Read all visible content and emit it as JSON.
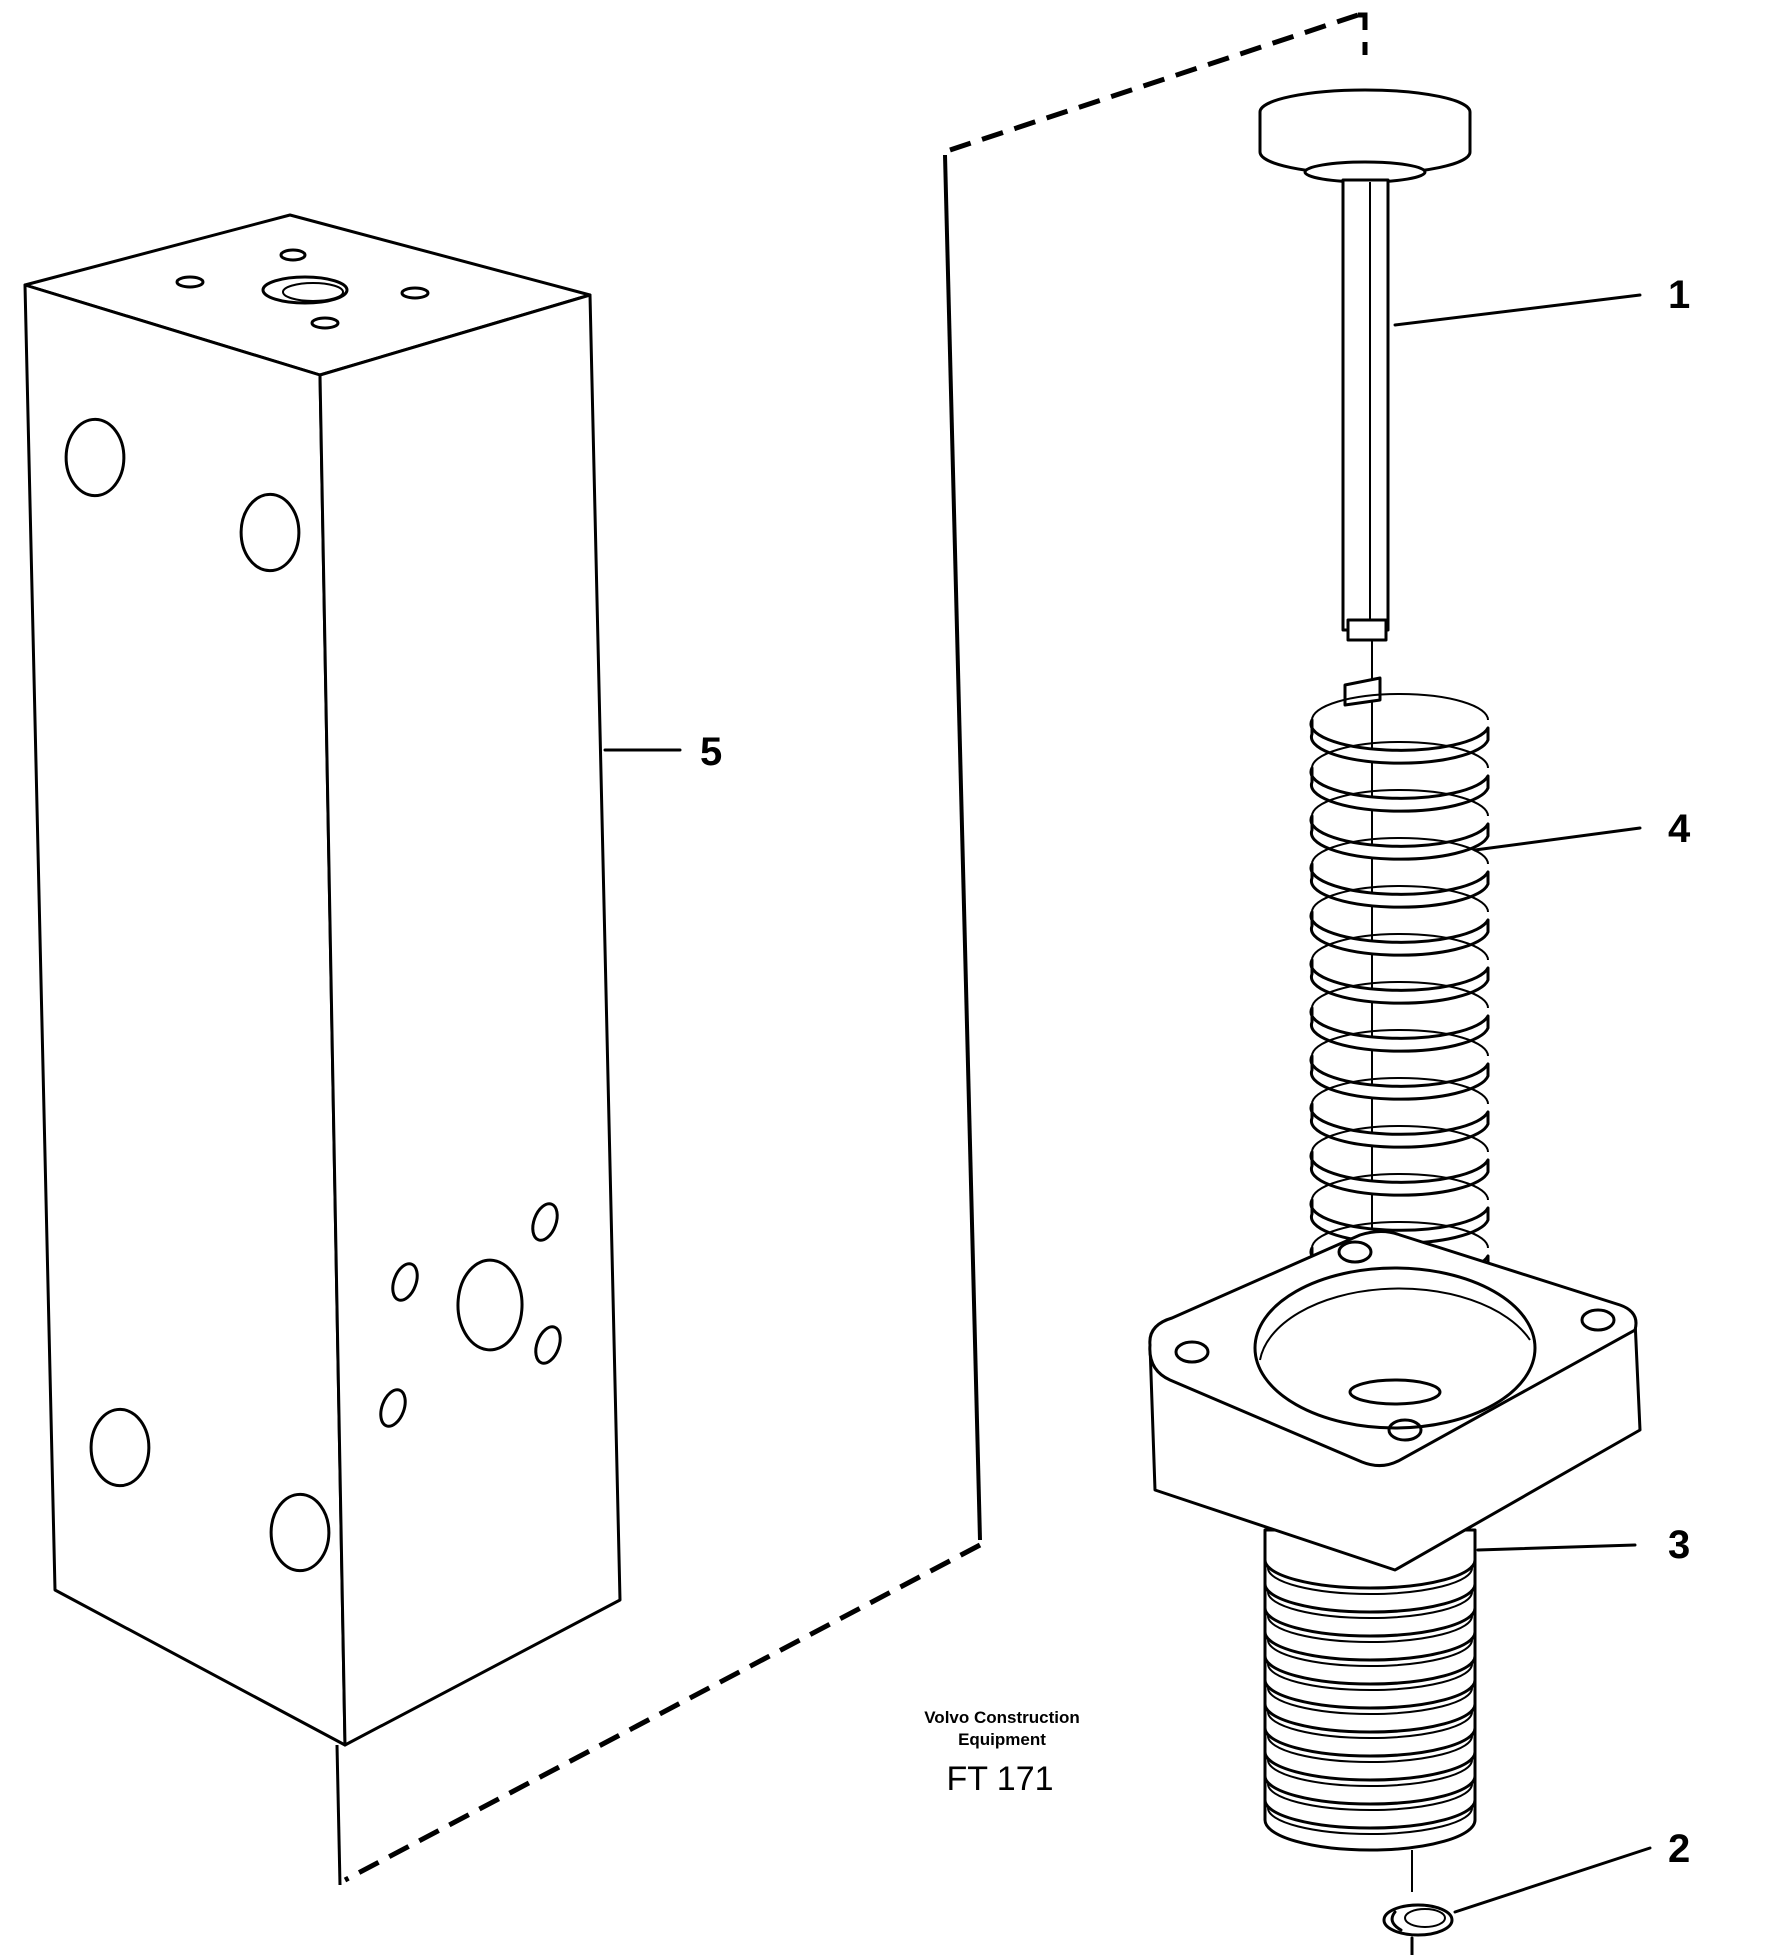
{
  "callouts": {
    "c1": "1",
    "c2": "2",
    "c3": "3",
    "c4": "4",
    "c5": "5"
  },
  "credit": {
    "line1": "Volvo Construction",
    "line2": "Equipment",
    "figure_id": "FT 171"
  }
}
